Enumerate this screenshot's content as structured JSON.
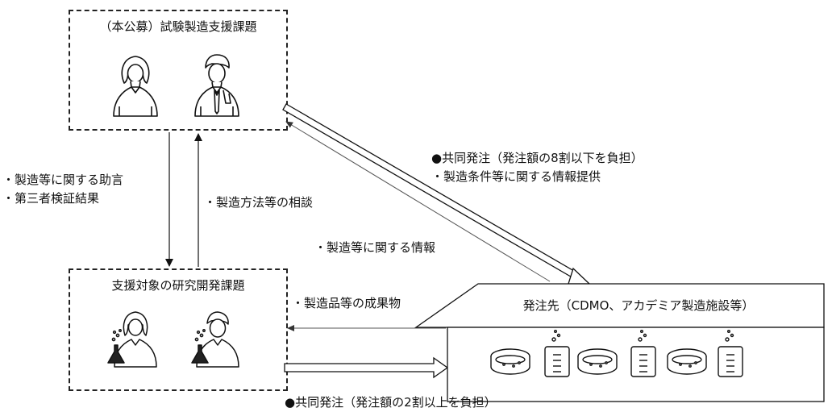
{
  "top_box": {
    "title": "（本公募）試験製造支援課題"
  },
  "bottom_box": {
    "title": "支援対象の研究開発課題"
  },
  "facility": {
    "title": "発注先（CDMO、アカデミア製造施設等）"
  },
  "labels": {
    "advice_1": "・製造等に関する助言",
    "advice_2": "・第三者検証結果",
    "consult": "・製造方法等の相談",
    "joint_order_top": "●共同発注（発注額の8割以下を負担）",
    "manufacturing_conditions": "・製造条件等に関する情報提供",
    "manufacturing_info": "・製造等に関する情報",
    "deliverables": "・製造品等の成果物",
    "joint_order_bottom": "●共同発注（発注額の2割以上を負担）"
  }
}
